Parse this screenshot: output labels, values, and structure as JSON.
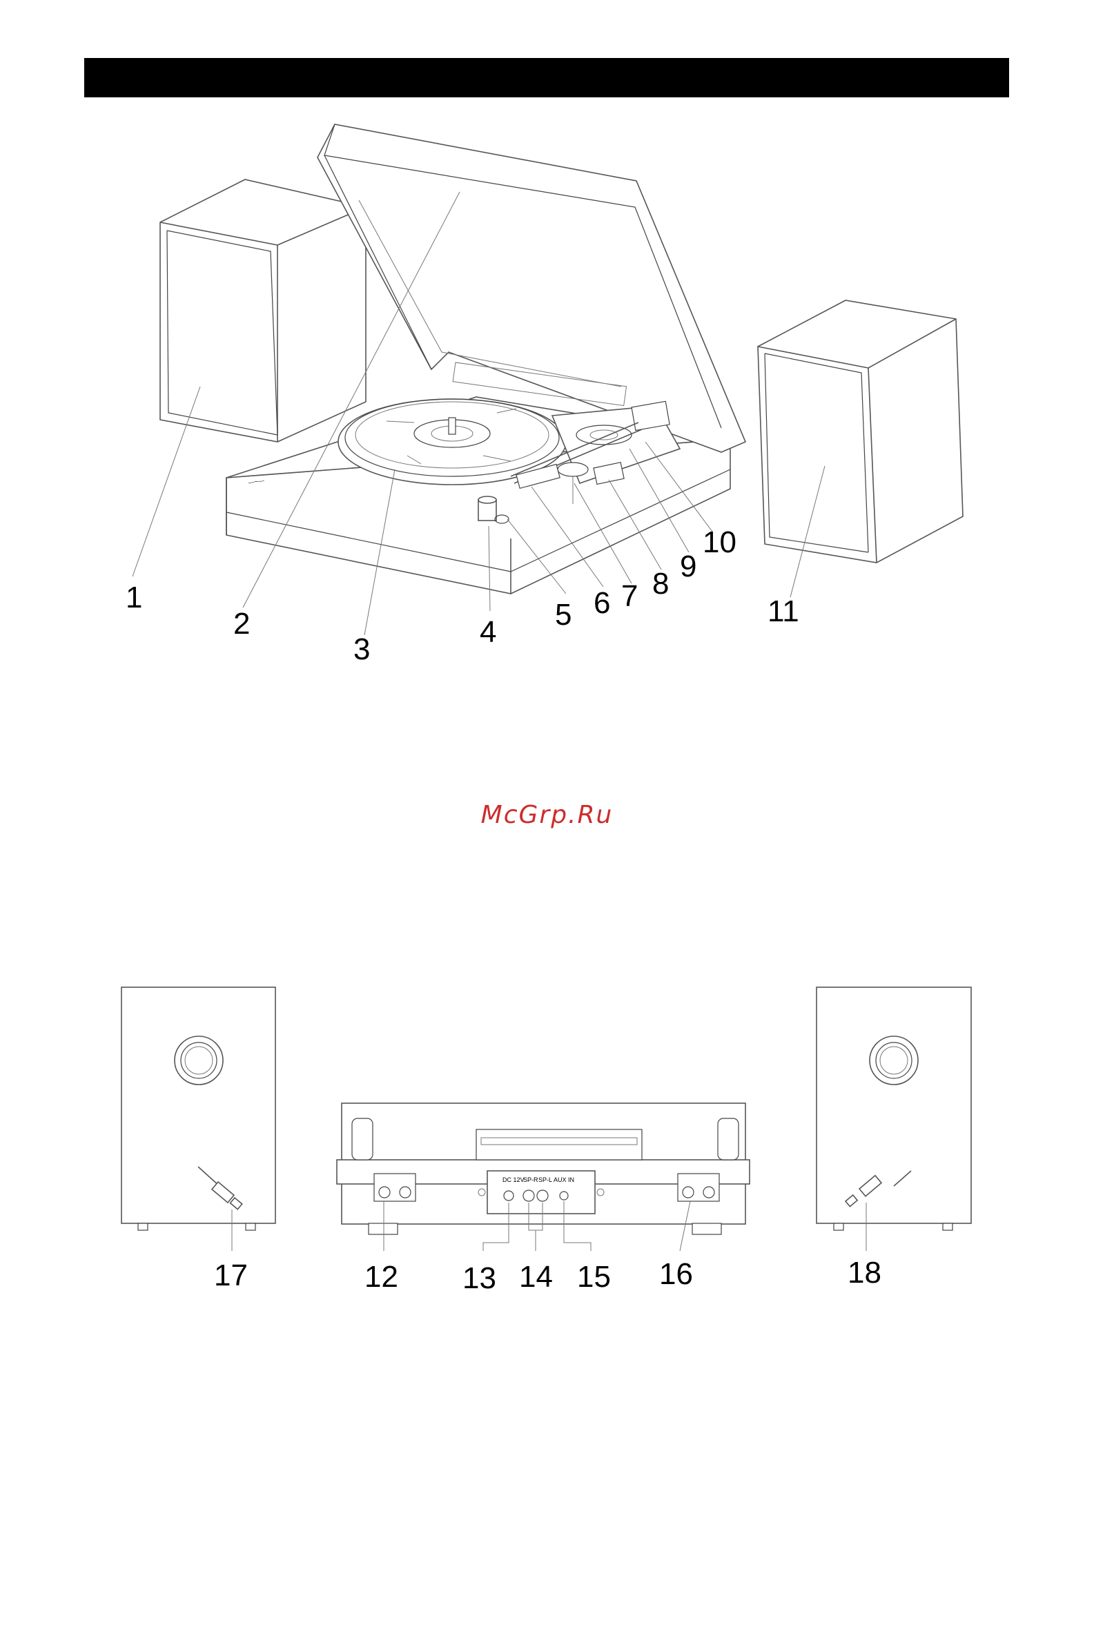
{
  "watermark": "McGrp.Ru",
  "front_view": {
    "callouts": [
      "1",
      "2",
      "3",
      "4",
      "5",
      "6",
      "7",
      "8",
      "9",
      "10",
      "11"
    ]
  },
  "rear_view": {
    "callouts": [
      "12",
      "13",
      "14",
      "15",
      "16",
      "17",
      "18"
    ],
    "panel_labels": {
      "dc": "DC 12V",
      "sp_r": "SP-R",
      "sp_l": "SP-L",
      "aux": "AUX IN"
    }
  }
}
